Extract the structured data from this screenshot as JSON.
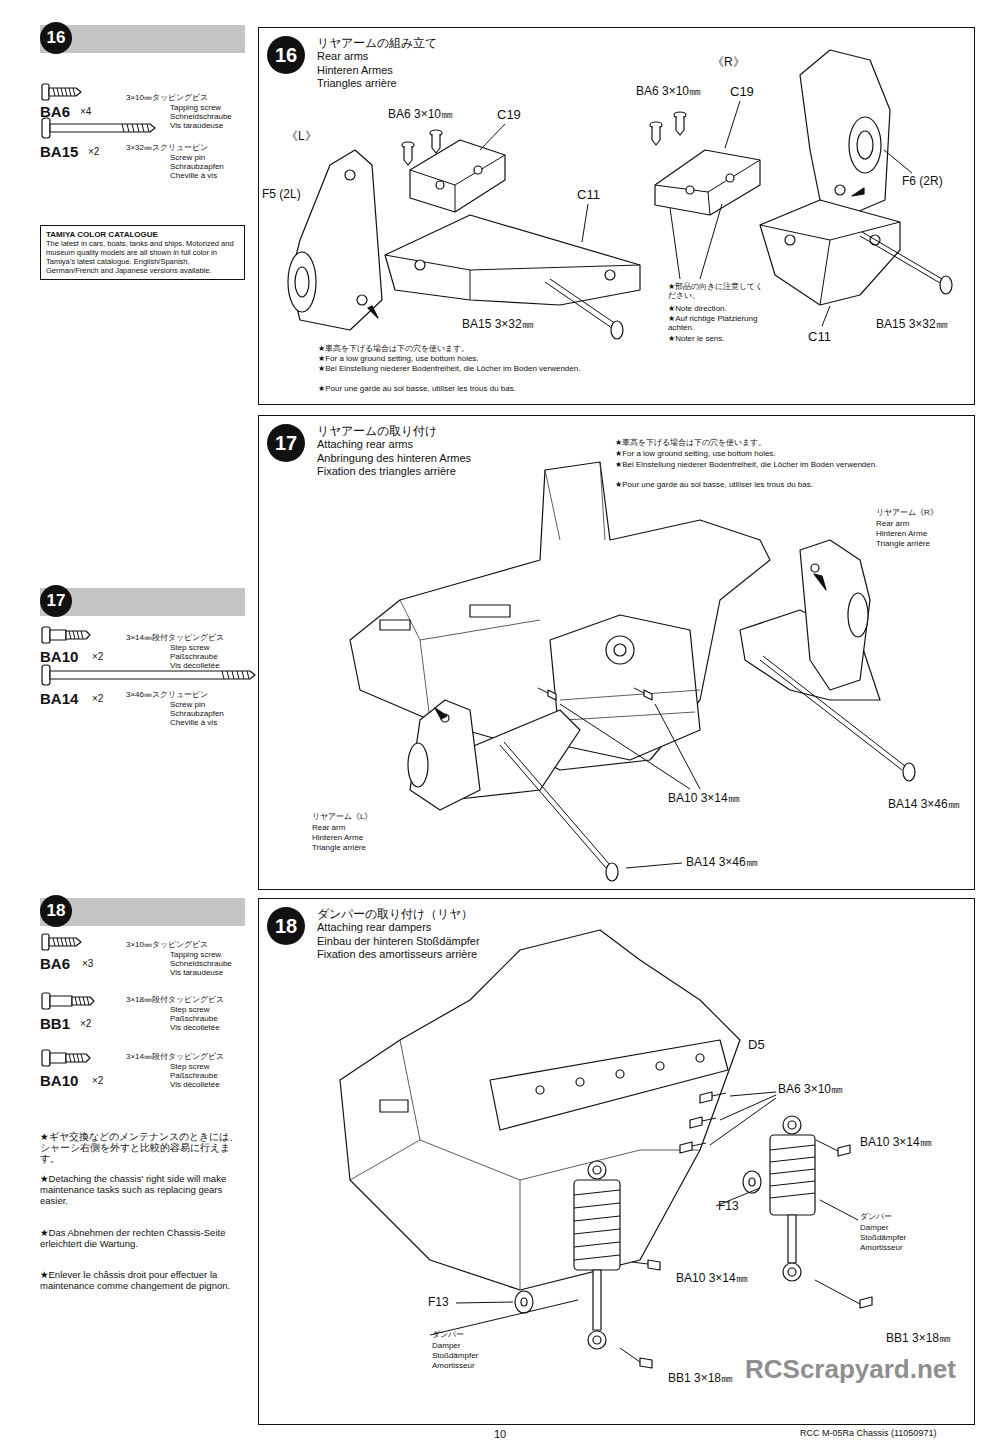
{
  "diagram": {
    "nodes": [
      {
        "text": [
          "16"
        ]
      },
      {
        "text": [
          "TAMIYA COLOR CATALOGUE",
          "The latest in cars, boats, tanks and ships. Motorized and museum quality models are all shown in full color in Tamiya's latest catalogue. English/Spanish, German/French and Japanese versions available."
        ]
      },
      {
        "text": [
          "リヤアームの組み立て",
          "Rear arms",
          "Hinteren Armes",
          "Triangles arrière"
        ]
      },
      {
        "text": [
          "16"
        ],
        "in": 2
      },
      {
        "text": [
          "17"
        ]
      },
      {
        "text": [
          "リヤアームの取り付け",
          "Attaching rear arms",
          "Anbringung des hinteren Armes",
          "Fixation des triangles arrière"
        ]
      },
      {
        "text": [
          "17"
        ],
        "in": 5
      },
      {
        "text": [
          "18"
        ]
      },
      {
        "text": [
          "ダンパーの取り付け（リヤ）",
          "Attaching rear dampers",
          "Einbau der hinteren Stoßdämpfer",
          "Fixation des amortisseurs arrière"
        ]
      },
      {
        "text": [
          "18"
        ],
        "in": 8
      }
    ],
    "labels": [
      "BA6",
      "×4",
      "3×10㎜タッピングビス",
      "Tapping screw",
      "Schneidschraube",
      "Vis taraudeuse",
      "BA15",
      "×2",
      "3×32㎜スクリューピン",
      "Screw pin",
      "Schraubzapfen",
      "Cheville à vis",
      "《L》",
      "BA6 3×10㎜",
      "C19",
      "C11",
      "F5 (2L)",
      "★車高を下げる場合は下の穴を使います。",
      "★For a low ground setting, use bottom holes.",
      "★Bei Einstellung niederer Bodenfreiheit, die Löcher im Boden verwenden.",
      "★Pour une garde au sol basse, utiliser les trous du bas.",
      "《R》",
      "BA6 3×10㎜",
      "C19",
      "F6 (2R)",
      "★部品の向きに注意してください。",
      "★Note direction.",
      "★Auf richtige Platzierung achten.",
      "★Noter le sens.",
      "C11",
      "BA15 3×32㎜",
      "BA15 3×32㎜",
      "BA10",
      "×2",
      "3×14㎜段付タッピングビス",
      "Step screw",
      "Paßschraube",
      "Vis décolletée",
      "BA14",
      "×2",
      "3×46㎜スクリューピン",
      "Screw pin",
      "Schraubzapfen",
      "Cheville à vis",
      "★車高を下げる場合は下の穴を使います。",
      "★For a low ground setting, use bottom holes.",
      "★Bei Einstellung niederer Bodenfreiheit, die Löcher im Boden verwenden.",
      "★Pour une garde au sol basse, utiliser les trous du bas.",
      "リヤアーム《R》",
      "Rear arm",
      "Hinteren Arme",
      "Triangle arrière",
      "リヤアーム《L》",
      "Rear arm",
      "Hinteren Arme",
      "Triangle arrière",
      "BA10 3×14㎜",
      "BA14 3×46㎜",
      "BA14 3×46㎜",
      "BA6",
      "×3",
      "3×10㎜タッピングビス",
      "Tapping screw",
      "Schneidschraube",
      "Vis taraudeuse",
      "BB1",
      "×2",
      "3×18㎜段付タッピングビス",
      "Step screw",
      "Paßschraube",
      "Vis décolletée",
      "BA10",
      "×2",
      "3×14㎜段付タッピングビス",
      "Step screw",
      "Paßschraube",
      "Vis décolletée",
      "★ギヤ交換などのメンテナンスのときには、シャーシ右側を外すと比較的容易に行えます。",
      "★Detaching the chassis' right side will make maintenance tasks such as replacing gears easier.",
      "★Das Abnehmen der rechten Chassis-Seite erleichtert die Wartung.",
      "★Enlever le châssis droit pour effectuer la maintenance comme changement de pignon.",
      "D5",
      "BA6 3×10㎜",
      "BA10 3×14㎜",
      "ダンパー",
      "Damper",
      "Stoßdämpfer",
      "Amortisseur",
      "F13",
      "BA10 3×14㎜",
      "F13",
      "ダンパー",
      "Damper",
      "Stoßdämpfer",
      "Amortisseur",
      "BB1 3×18㎜",
      "BB1 3×18㎜",
      "10",
      "RCC M-05Ra Chassis (11050971)",
      "RCScrapyard.net"
    ]
  }
}
